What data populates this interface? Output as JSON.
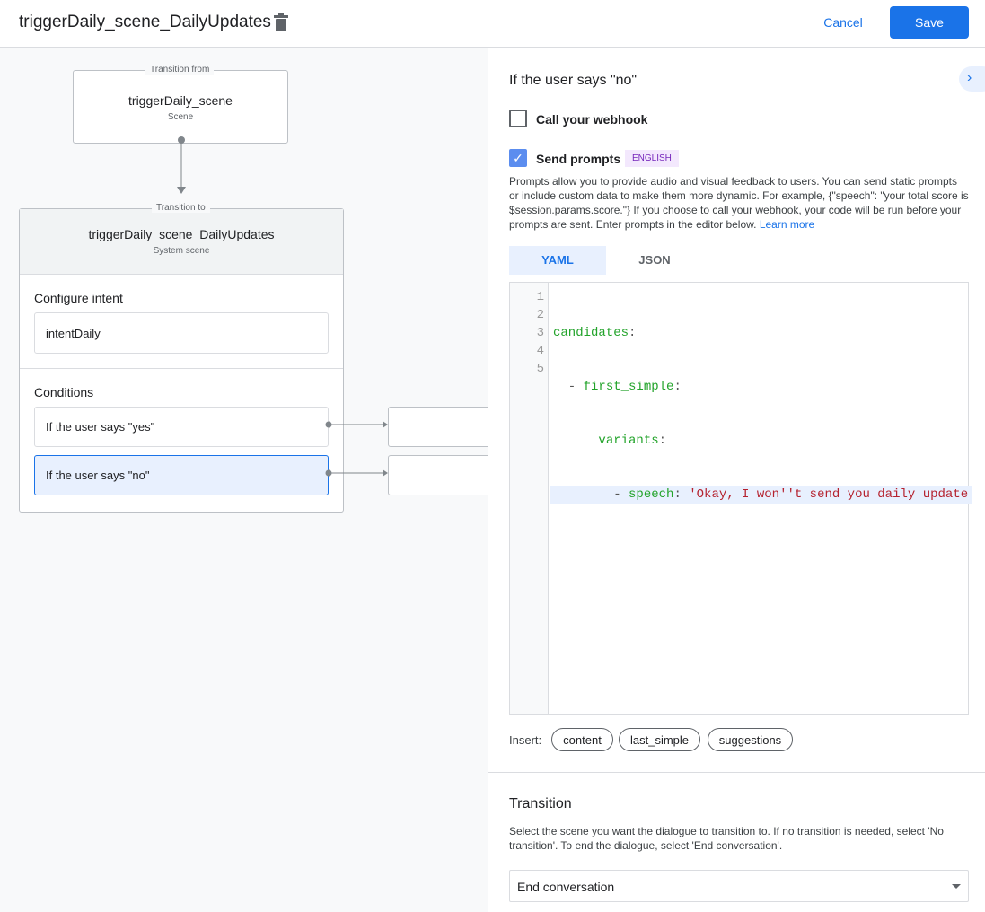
{
  "header": {
    "title": "triggerDaily_scene_DailyUpdates",
    "cancel": "Cancel",
    "save": "Save"
  },
  "canvas": {
    "from_label": "Transition from",
    "from_name": "triggerDaily_scene",
    "from_type": "Scene",
    "to_label": "Transition to",
    "to_name": "triggerDaily_scene_DailyUpdates",
    "to_type": "System scene",
    "configure_intent": "Configure intent",
    "intent": "intentDaily",
    "conditions": "Conditions",
    "cond_yes": "If the user says \"yes\"",
    "cond_no": "If the user says \"no\""
  },
  "panel": {
    "heading": "If the user says \"no\"",
    "webhook": "Call your webhook",
    "webhook_checked": false,
    "send_prompts": "Send prompts",
    "send_prompts_checked": true,
    "lang_badge": "ENGLISH",
    "description": "Prompts allow you to provide audio and visual feedback to users. You can send static prompts or include custom data to make them more dynamic. For example, {\"speech\": \"your total score is $session.params.score.\"} If you choose to call your webhook, your code will be run before your prompts are sent. Enter prompts in the editor below.",
    "learn_more": "Learn more",
    "tabs": [
      {
        "label": "YAML",
        "active": true
      },
      {
        "label": "JSON",
        "active": false
      }
    ],
    "editor": {
      "line_numbers": [
        "1",
        "2",
        "3",
        "4",
        "5"
      ],
      "lines": [
        [
          "candidates",
          ":"
        ],
        [
          "  - ",
          "first_simple",
          ":"
        ],
        [
          "      ",
          "variants",
          ":"
        ],
        [
          "        - ",
          "speech",
          ": ",
          "'Okay, I won''t send you daily update"
        ]
      ]
    },
    "insert_label": "Insert:",
    "insert_chips": [
      "content",
      "last_simple",
      "suggestions"
    ],
    "transition_title": "Transition",
    "transition_desc": "Select the scene you want the dialogue to transition to. If no transition is needed, select 'No transition'. To end the dialogue, select 'End conversation'.",
    "transition_value": "End conversation"
  }
}
